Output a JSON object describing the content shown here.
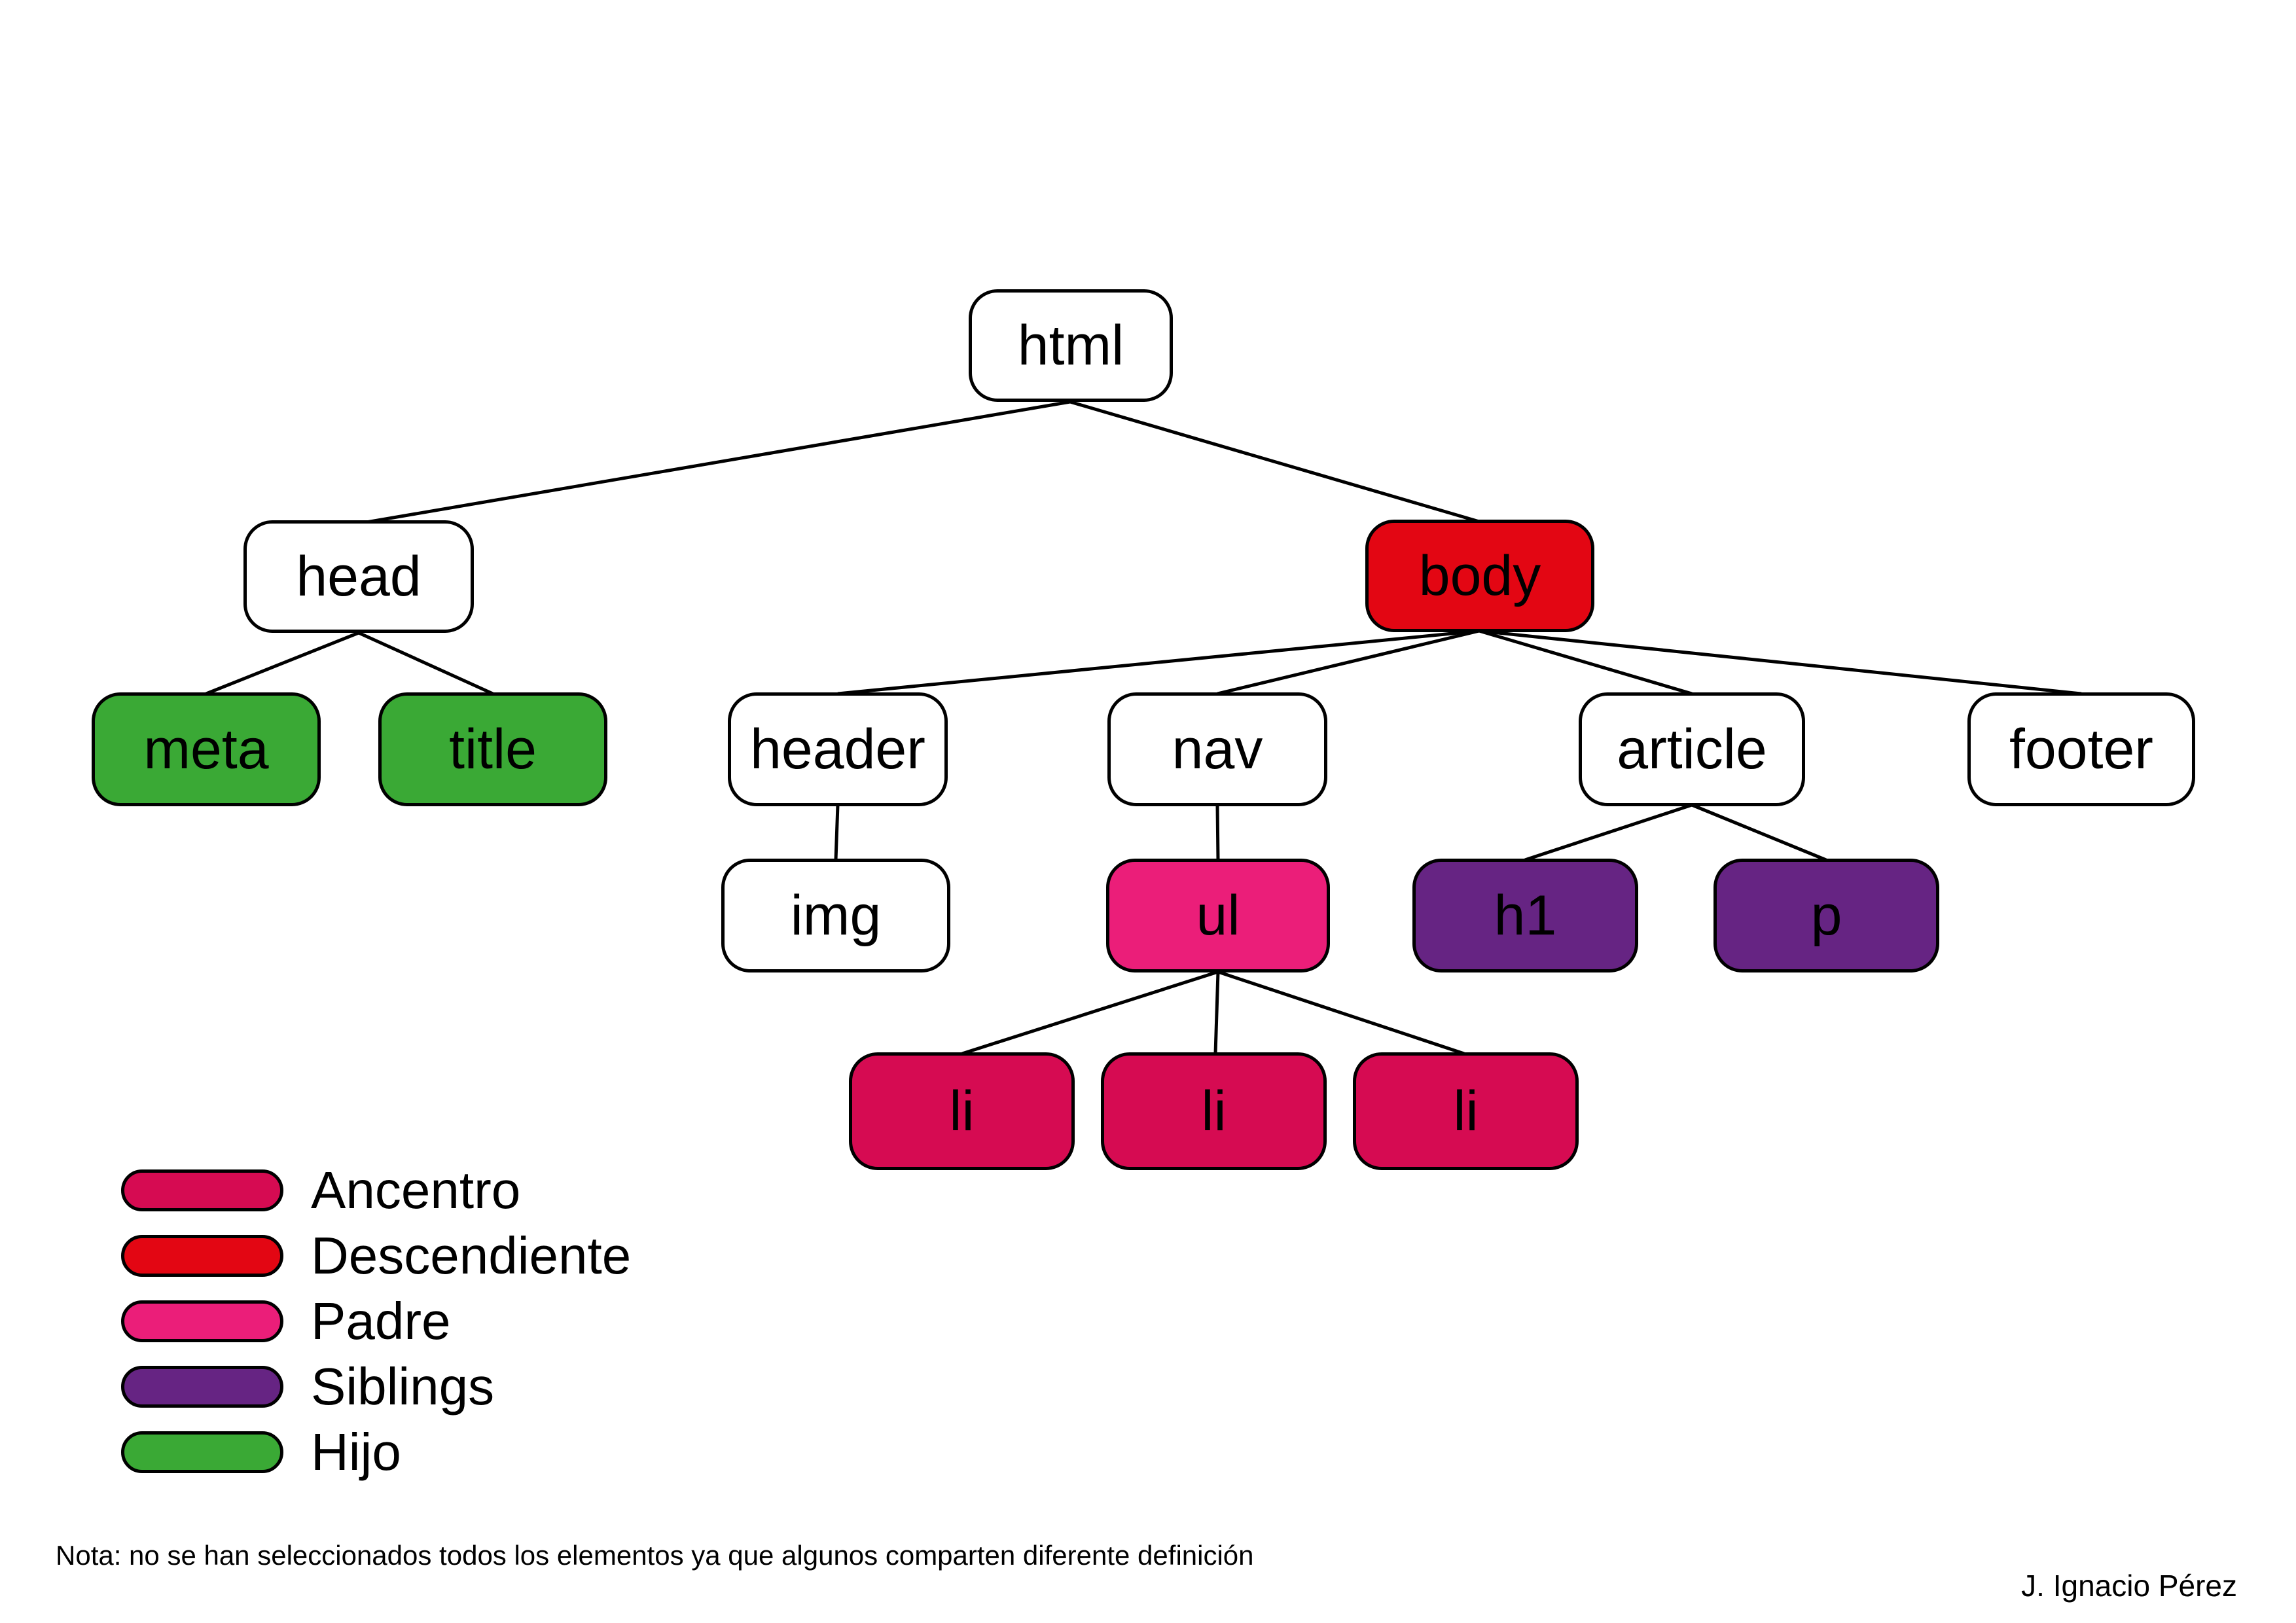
{
  "colors": {
    "ancestor": "#d60b52",
    "descendant": "#e30613",
    "parent": "#eb1e79",
    "siblings": "#662483",
    "child": "#3aa935",
    "plain": "#ffffff",
    "node_border": "#000000"
  },
  "tree": {
    "nodes": [
      {
        "id": "html",
        "label": "html",
        "role": "plain"
      },
      {
        "id": "head",
        "label": "head",
        "role": "plain"
      },
      {
        "id": "body",
        "label": "body",
        "role": "descendant"
      },
      {
        "id": "meta",
        "label": "meta",
        "role": "child"
      },
      {
        "id": "title",
        "label": "title",
        "role": "child"
      },
      {
        "id": "header",
        "label": "header",
        "role": "plain"
      },
      {
        "id": "nav",
        "label": "nav",
        "role": "plain"
      },
      {
        "id": "article",
        "label": "article",
        "role": "plain"
      },
      {
        "id": "footer",
        "label": "footer",
        "role": "plain"
      },
      {
        "id": "img",
        "label": "img",
        "role": "plain"
      },
      {
        "id": "ul",
        "label": "ul",
        "role": "parent"
      },
      {
        "id": "h1",
        "label": "h1",
        "role": "siblings"
      },
      {
        "id": "p",
        "label": "p",
        "role": "siblings"
      },
      {
        "id": "li1",
        "label": "li",
        "role": "ancestor"
      },
      {
        "id": "li2",
        "label": "li",
        "role": "ancestor"
      },
      {
        "id": "li3",
        "label": "li",
        "role": "ancestor"
      }
    ],
    "edges": [
      [
        "html",
        "head"
      ],
      [
        "html",
        "body"
      ],
      [
        "head",
        "meta"
      ],
      [
        "head",
        "title"
      ],
      [
        "body",
        "header"
      ],
      [
        "body",
        "nav"
      ],
      [
        "body",
        "article"
      ],
      [
        "body",
        "footer"
      ],
      [
        "header",
        "img"
      ],
      [
        "nav",
        "ul"
      ],
      [
        "article",
        "h1"
      ],
      [
        "article",
        "p"
      ],
      [
        "ul",
        "li1"
      ],
      [
        "ul",
        "li2"
      ],
      [
        "ul",
        "li3"
      ]
    ]
  },
  "legend": {
    "items": [
      {
        "label": "Ancentro",
        "color_key": "ancestor"
      },
      {
        "label": "Descendiente",
        "color_key": "descendant"
      },
      {
        "label": "Padre",
        "color_key": "parent"
      },
      {
        "label": "Siblings",
        "color_key": "siblings"
      },
      {
        "label": "Hijo",
        "color_key": "child"
      }
    ]
  },
  "note": {
    "text": "Nota: no se han seleccionados todos los elementos ya que algunos comparten diferente definición"
  },
  "author": {
    "text": "J. Ignacio Pérez"
  }
}
